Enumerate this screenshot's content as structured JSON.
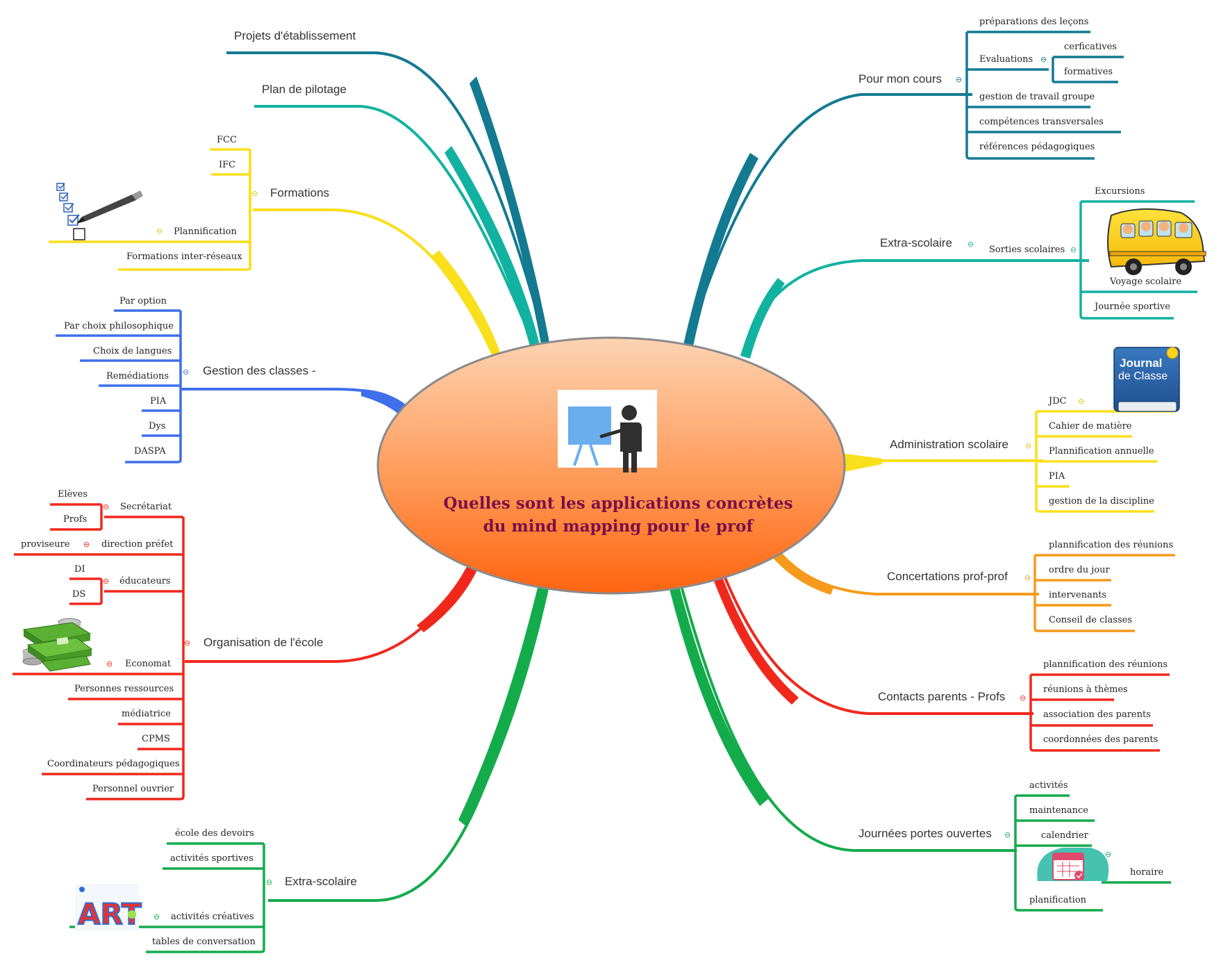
{
  "center": {
    "title_line1": "Quelles sont les applications concrètes",
    "title_line2": "du mind mapping  pour le prof"
  },
  "colors": {
    "teal_dark": "#137a91",
    "teal": "#12b2a0",
    "yellow": "#fadf1c",
    "blue": "#3f6fea",
    "red": "#f0281c",
    "green": "#14ab4b",
    "orange": "#f59a1a",
    "center_fill_top": "#fcd0ac",
    "center_fill_bottom": "#ff6a10",
    "title": "#7a1048"
  },
  "icons": {
    "center": "teacher-presentation-icon",
    "formations": "checklist-pen-icon",
    "organisation": "money-stack-icon",
    "extrascolaire_left": "art-icon",
    "extrascolaire_right": "school-bus-icon",
    "administration": "journal-de-classe-icon",
    "journees": "calendar-icon",
    "toggle": "collapse-toggle-icon"
  },
  "branches": {
    "projets": {
      "label": "Projets d'établissement"
    },
    "pilotage": {
      "label": "Plan de pilotage"
    },
    "formations": {
      "label": "Formations",
      "items": [
        "FCC",
        "IFC",
        "Plannification",
        "Formations inter-réseaux"
      ]
    },
    "gestion": {
      "label": "Gestion des classes -",
      "items": [
        "Par option",
        "Par choix philosophique",
        "Choix de langues",
        "Remédiations",
        "PIA",
        "Dys",
        "DASPA"
      ]
    },
    "organisation": {
      "label": "Organisation de l'école",
      "secretariat": {
        "label": "Secrétariat",
        "items": [
          "Elèves",
          "Profs"
        ]
      },
      "direction": {
        "label": "direction préfet",
        "items": [
          "proviseure"
        ]
      },
      "educateurs": {
        "label": "éducateurs",
        "items": [
          "DI",
          "DS"
        ]
      },
      "items": [
        "Economat",
        "Personnes ressources",
        "médiatrice",
        "CPMS",
        "Coordinateurs pédagogiques",
        "Personnel ouvrier"
      ]
    },
    "extra_left": {
      "label": "Extra-scolaire",
      "items": [
        "école des devoirs",
        "activités sportives",
        "activités créatives",
        "tables de conversation"
      ]
    },
    "pour_mon_cours": {
      "label": "Pour mon cours",
      "preparations": "préparations des leçons",
      "evaluations": {
        "label": "Evaluations",
        "items": [
          "cerficatives",
          "formatives"
        ]
      },
      "items": [
        "gestion de travail groupe",
        "compétences transversales",
        "références pédagogiques"
      ]
    },
    "extra_right": {
      "label": "Extra-scolaire",
      "sorties": {
        "label": "Sorties scolaires",
        "items": [
          "Excursions",
          "Voyage scolaire",
          "Journée sportive"
        ]
      }
    },
    "administration": {
      "label": "Administration scolaire",
      "items": [
        "JDC",
        "Cahier de matière",
        "Plannification annuelle",
        "PIA",
        "gestion de la discipline"
      ],
      "journal_text1": "Journal",
      "journal_text2": "de Classe"
    },
    "concertations": {
      "label": "Concertations prof-prof",
      "items": [
        "plannification des réunions",
        "ordre du jour",
        "intervenants",
        "Conseil de classes"
      ]
    },
    "contacts": {
      "label": "Contacts parents - Profs",
      "items": [
        "plannification des réunions",
        "réunions à thèmes",
        "association des parents",
        "coordonnées des parents"
      ]
    },
    "journees": {
      "label": "Journées portes ouvertes",
      "items": [
        "activités",
        "maintenance",
        "calendrier",
        "planification"
      ],
      "horaire": "horaire"
    }
  },
  "art_text": "ART"
}
